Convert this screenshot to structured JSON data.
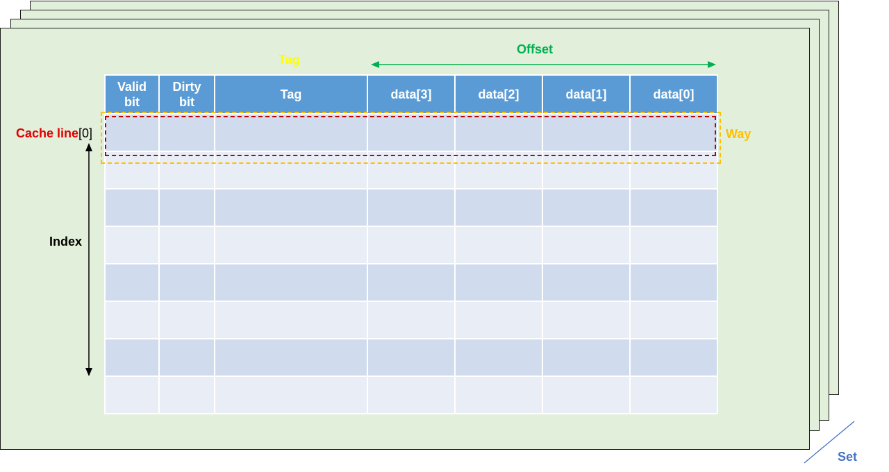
{
  "columns": [
    {
      "label": "Valid\nbit"
    },
    {
      "label": "Dirty\nbit"
    },
    {
      "label": "Tag"
    },
    {
      "label": "data[3]"
    },
    {
      "label": "data[2]"
    },
    {
      "label": "data[1]"
    },
    {
      "label": "data[0]"
    }
  ],
  "row_count": 8,
  "labels": {
    "tag_top": "Tag",
    "offset": "Offset",
    "cache_line": "Cache line",
    "cache_line_index": "[0]",
    "way": "Way",
    "index": "Index",
    "set": "Set"
  },
  "colors": {
    "sheet_bg": "#e2efda",
    "header_bg": "#5b9bd5",
    "row_dark": "#d0dcee",
    "row_light": "#e8edf6",
    "tag_label": "#ffff00",
    "offset": "#00b050",
    "cache_line": "#e00000",
    "way": "#ffc000",
    "set": "#4472c4"
  }
}
